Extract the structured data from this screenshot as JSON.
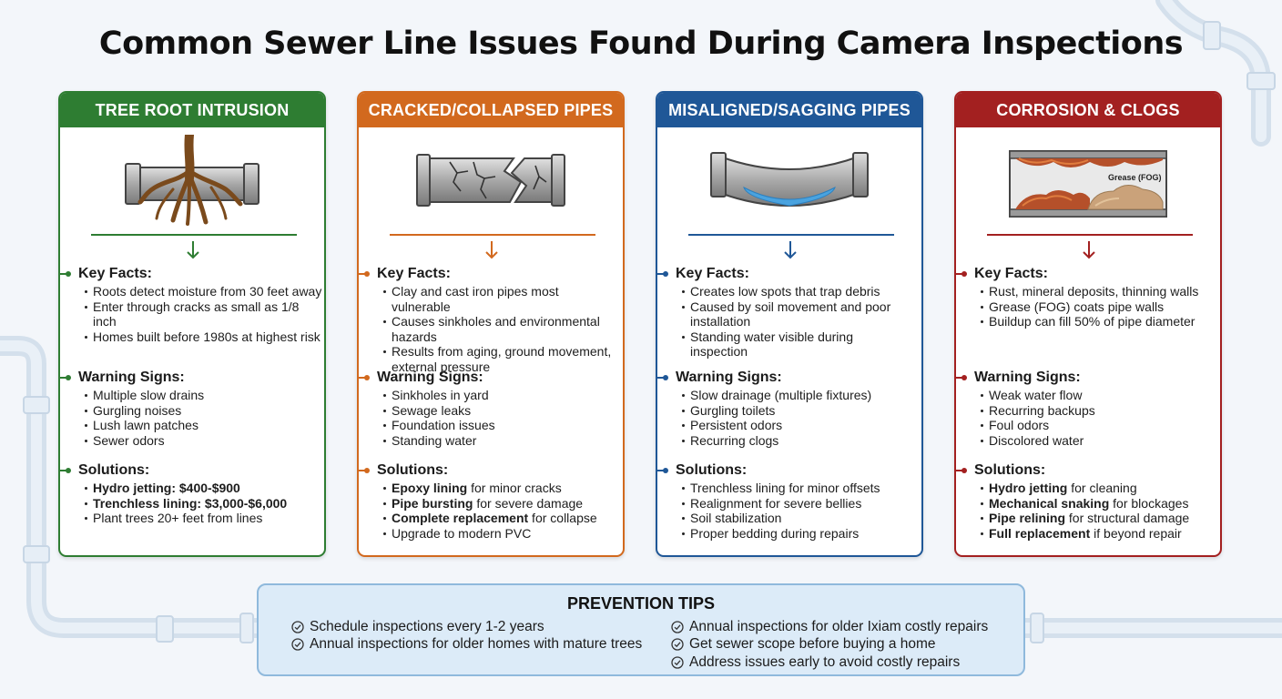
{
  "title": "Common Sewer Line Issues Found During Camera Inspections",
  "cards": [
    {
      "header": "TREE ROOT INTRUSION",
      "color": "#2e7d32",
      "key_facts_label": "Key Facts:",
      "key_facts": [
        "Roots detect moisture from 30 feet away",
        "Enter through cracks as small as 1/8 inch",
        "Homes built before 1980s at highest risk"
      ],
      "warning_label": "Warning Signs:",
      "warning": [
        "Multiple slow drains",
        "Gurgling noises",
        "Lush lawn patches",
        "Sewer odors"
      ],
      "solutions_label": "Solutions:",
      "solutions": [
        {
          "bold": "Hydro jetting: $400-$900",
          "rest": ""
        },
        {
          "bold": "Trenchless lining: $3,000-$6,000",
          "rest": ""
        },
        {
          "bold": "",
          "rest": "Plant trees 20+ feet from lines"
        }
      ]
    },
    {
      "header": "CRACKED/COLLAPSED PIPES",
      "color": "#d2691e",
      "key_facts_label": "Key Facts:",
      "key_facts": [
        "Clay and cast iron pipes most vulnerable",
        "Causes sinkholes and environmental hazards",
        "Results from aging, ground movement, external pressure"
      ],
      "warning_label": "Warning Signs:",
      "warning": [
        "Sinkholes in yard",
        "Sewage leaks",
        "Foundation issues",
        "Standing water"
      ],
      "solutions_label": "Solutions:",
      "solutions": [
        {
          "bold": "Epoxy lining",
          "rest": " for minor cracks"
        },
        {
          "bold": "Pipe bursting",
          "rest": " for severe damage"
        },
        {
          "bold": "Complete replacement",
          "rest": " for collapse"
        },
        {
          "bold": "",
          "rest": "Upgrade to modern PVC"
        }
      ]
    },
    {
      "header": "MISALIGNED/SAGGING PIPES",
      "color": "#1f5797",
      "key_facts_label": "Key Facts:",
      "key_facts": [
        "Creates low spots that trap debris",
        "Caused by soil movement and poor installation",
        "Standing water visible during inspection"
      ],
      "warning_label": "Warning Signs:",
      "warning": [
        "Slow drainage (multiple fixtures)",
        "Gurgling toilets",
        "Persistent odors",
        "Recurring clogs"
      ],
      "solutions_label": "Solutions:",
      "solutions": [
        {
          "bold": "",
          "rest": "Trenchless lining for minor offsets"
        },
        {
          "bold": "",
          "rest": "Realignment for severe bellies"
        },
        {
          "bold": "",
          "rest": "Soil stabilization"
        },
        {
          "bold": "",
          "rest": "Proper bedding during repairs"
        }
      ]
    },
    {
      "header": "CORROSION & CLOGS",
      "color": "#a32020",
      "illustration_label": "Grease (FOG)",
      "key_facts_label": "Key Facts:",
      "key_facts": [
        "Rust, mineral deposits, thinning walls",
        "Grease (FOG) coats pipe walls",
        "Buildup can fill 50% of pipe diameter"
      ],
      "warning_label": "Warning Signs:",
      "warning": [
        "Weak water flow",
        "Recurring backups",
        "Foul odors",
        "Discolored water"
      ],
      "solutions_label": "Solutions:",
      "solutions": [
        {
          "bold": "Hydro jetting",
          "rest": " for cleaning"
        },
        {
          "bold": "Mechanical snaking",
          "rest": " for blockages"
        },
        {
          "bold": "Pipe relining",
          "rest": " for structural damage"
        },
        {
          "bold": "Full replacement",
          "rest": " if beyond repair"
        }
      ]
    }
  ],
  "prevention": {
    "title": "PREVENTION TIPS",
    "left": [
      "Schedule inspections every 1-2 years",
      "Annual inspections for older homes with mature trees"
    ],
    "right": [
      "Annual inspections for older Ixiam costly repairs",
      "Get sewer scope before buying a home",
      "Address issues early to avoid costly repairs"
    ]
  },
  "colors": {
    "background": "#f3f6fa",
    "prevention_bg": "#dcebf8",
    "prevention_border": "#8fb9dc",
    "pipe_bg": "#dbe6f1"
  }
}
